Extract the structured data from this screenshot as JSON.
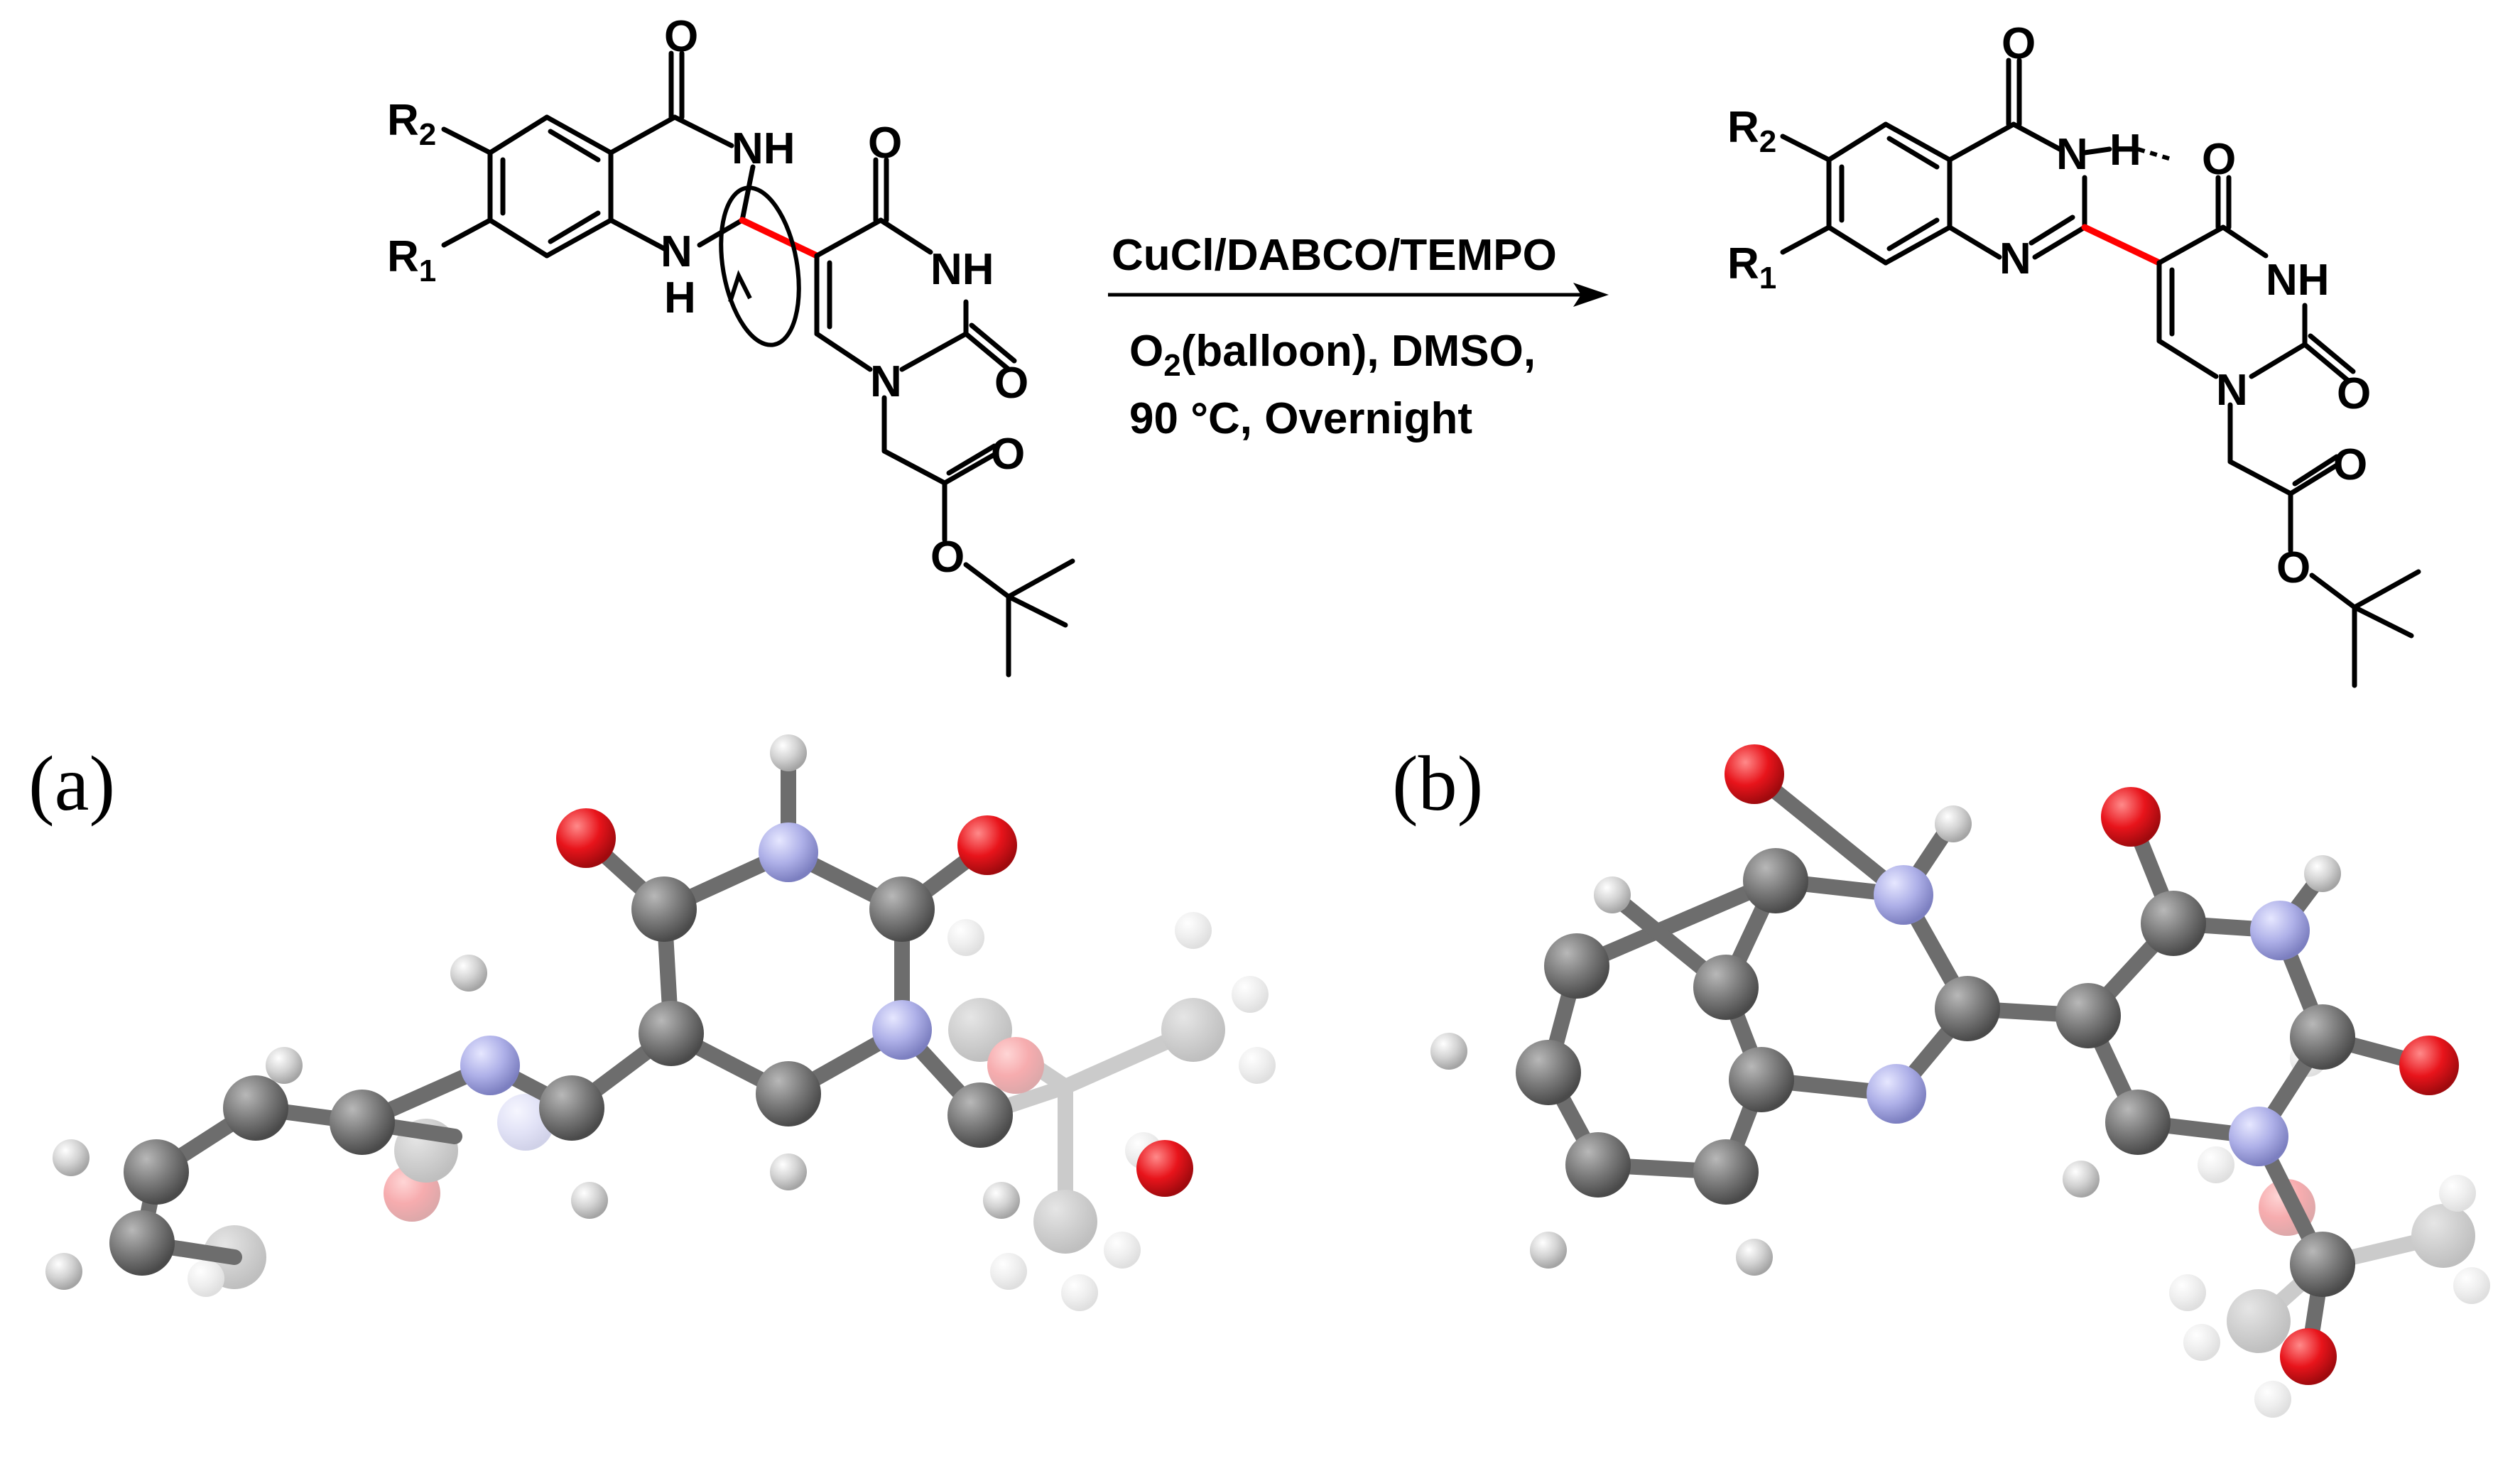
{
  "reaction": {
    "conditions_line1": "CuCl/DABCO/TEMPO",
    "conditions_line2_prefix": "O",
    "conditions_line2_sub": "2",
    "conditions_line2_rest": "(balloon), DMSO,",
    "conditions_line3": "90 °C, Overnight"
  },
  "reactant": {
    "labels": {
      "R2": "R",
      "R2_sub": "2",
      "R1": "R",
      "R1_sub": "1",
      "O_top": "O",
      "NH_upper": "NH",
      "NH_lower": "H",
      "N_lower": "N",
      "H_lower": "H",
      "O_uracil_top": "O",
      "NH_uracil": "NH",
      "O_uracil_right": "O",
      "N_uracil": "N",
      "O_ester_carbonyl": "O",
      "O_ester": "O"
    }
  },
  "product": {
    "labels": {
      "R2": "R",
      "R2_sub": "2",
      "R1": "R",
      "R1_sub": "1",
      "O_top": "O",
      "N_H_hbond": "N",
      "H_hbond": "H",
      "O_hbond": "O",
      "N_lower": "N",
      "O_uracil_top": "O",
      "NH_uracil": "NH",
      "O_uracil_right": "O",
      "N_uracil": "N",
      "O_ester_carbonyl": "O",
      "O_ester": "O"
    }
  },
  "panels": {
    "a_label": "(a)",
    "b_label": "(b)"
  },
  "colors": {
    "red_bond": "#ff0000",
    "carbon": "#6d6d6d",
    "nitrogen": "#a9abe6",
    "oxygen": "#e8141b",
    "hydrogen": "#d4d4d4"
  }
}
